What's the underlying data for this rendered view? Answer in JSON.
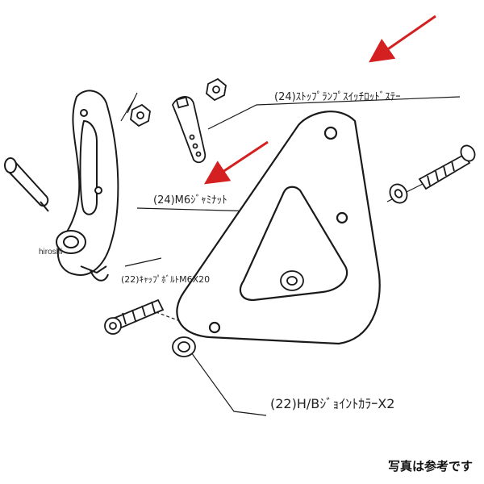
{
  "labels": {
    "stop_lamp_stay": "(24)ｽﾄｯﾌﾟﾗﾝﾌﾟｽｲｯﾁﾛｯﾄﾞｽﾃｰ",
    "jam_nut": "(24)M6ｼﾞｬﾐﾅｯﾄ",
    "cap_bolt": "(22)ｷｬｯﾌﾟﾎﾞﾙﾄM6X20",
    "joint_collar": "(22)H/BｼﾞｮｲﾝﾄｶﾗｰX2"
  },
  "watermark": "hiroshi",
  "caption": "写真は参考です",
  "colors": {
    "line": "#1a1a1a",
    "arrow": "#d42020"
  }
}
